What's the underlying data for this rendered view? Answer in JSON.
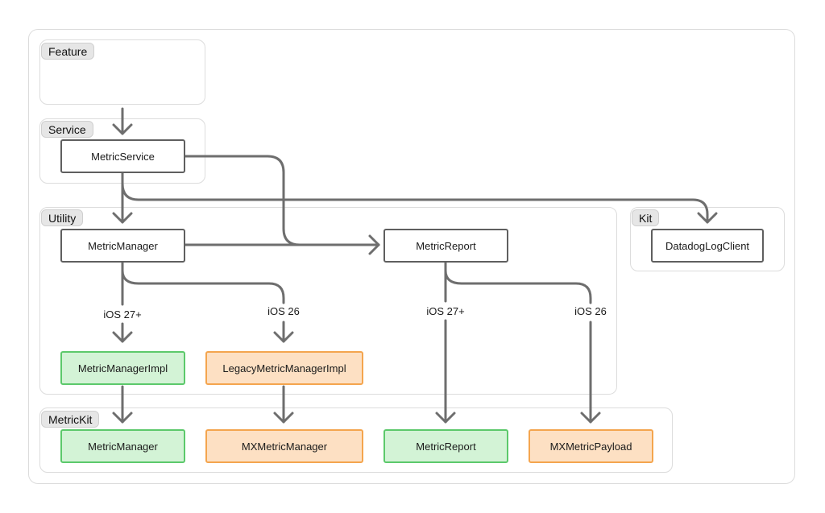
{
  "groups": {
    "feature": "Feature",
    "service": "Service",
    "utility": "Utility",
    "kit": "Kit",
    "metrickit": "MetricKit"
  },
  "nodes": {
    "metric_service": "MetricService",
    "metric_manager": "MetricManager",
    "metric_report": "MetricReport",
    "datadog_log_client": "DatadogLogClient",
    "metric_manager_impl": "MetricManagerImpl",
    "legacy_metric_manager_impl": "LegacyMetricManagerImpl",
    "mk_metric_manager": "MetricManager",
    "mx_metric_manager": "MXMetricManager",
    "mk_metric_report": "MetricReport",
    "mx_metric_payload": "MXMetricPayload"
  },
  "edge_labels": {
    "manager_ios27": "iOS 27+",
    "manager_ios26": "iOS 26",
    "report_ios27": "iOS 27+",
    "report_ios26": "iOS 26"
  },
  "colors": {
    "stroke": "#6e6e6e",
    "green_fill": "#d3f3d6",
    "green_border": "#5cc96b",
    "orange_fill": "#fde0c3",
    "orange_border": "#f4a54e"
  }
}
